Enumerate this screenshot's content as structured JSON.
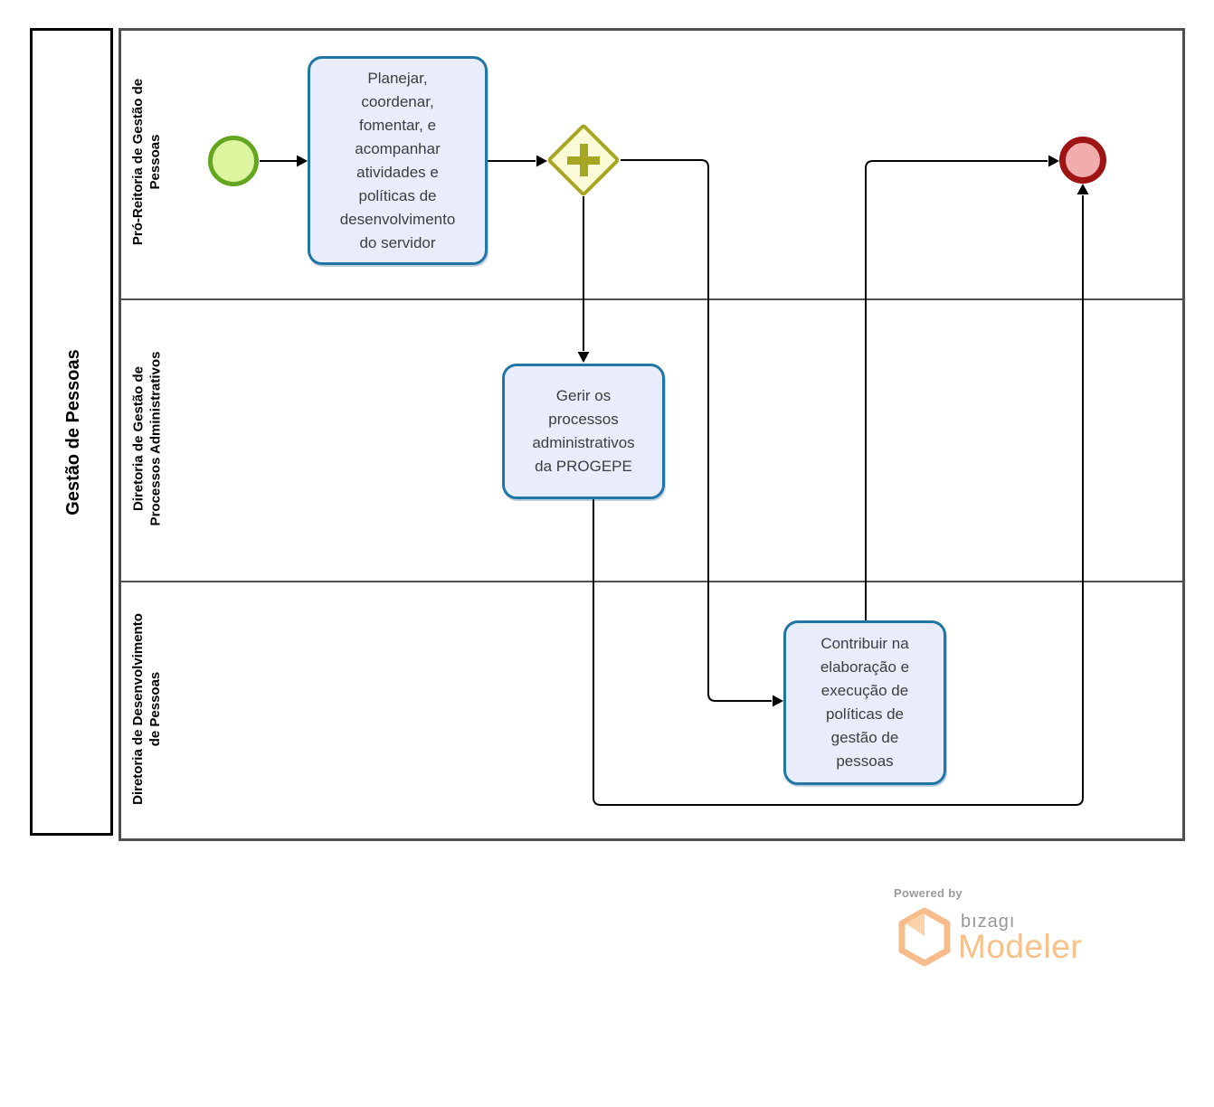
{
  "diagram": {
    "pool_title": "Gestão de Pessoas",
    "lanes": [
      {
        "label": "Pró-Reitoria de Gestão de Pessoas"
      },
      {
        "label": "Diretoria de Gestão de Processos Administrativos"
      },
      {
        "label": "Diretoria de Desenvolvimento de Pessoas"
      }
    ],
    "nodes": {
      "start_event": {
        "type": "start-event"
      },
      "task1": {
        "label": "Planejar, coordenar, fomentar, e acompanhar atividades e políticas de desenvolvimento do servidor"
      },
      "gateway": {
        "type": "parallel-gateway"
      },
      "task2": {
        "label": "Gerir os processos administrativos da PROGEPE"
      },
      "task3": {
        "label": "Contribuir na elaboração e execução de políticas de gestão de pessoas"
      },
      "end_event": {
        "type": "end-event"
      }
    },
    "colors": {
      "task_border": "#2176a5",
      "task_fill": "#e9edfb",
      "start_border": "#64a61f",
      "start_fill": "#dcf59e",
      "gateway_border": "#a6a622",
      "gateway_fill": "#fbfbd8",
      "end_border": "#9e1313",
      "end_fill": "#f1acac",
      "lane_line": "#4f4f4f",
      "flow_line": "#000000"
    }
  },
  "footer": {
    "powered_by": "Powered by",
    "brand": "bızagı",
    "product": "Modeler",
    "brand_orange": "#f8c18a"
  }
}
